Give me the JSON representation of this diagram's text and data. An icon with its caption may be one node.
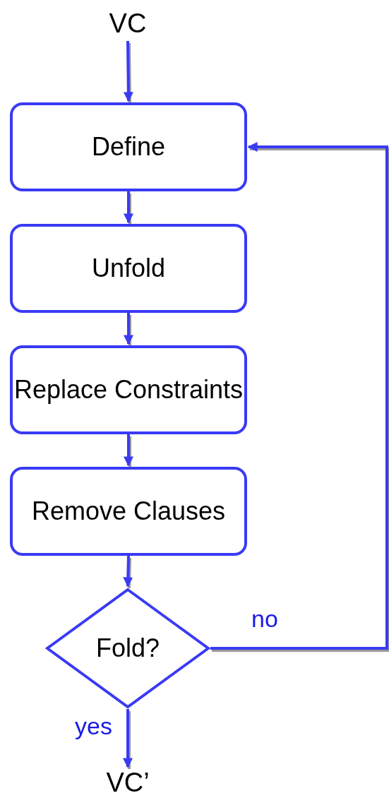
{
  "diagram": {
    "nodes": [
      {
        "text": [
          "VC"
        ]
      },
      {
        "text": [
          "Define"
        ]
      },
      {
        "text": [
          "Unfold"
        ]
      },
      {
        "text": [
          "Replace Constraints"
        ]
      },
      {
        "text": [
          "Remove Clauses"
        ]
      },
      {
        "text": [
          "Fold?"
        ]
      },
      {
        "text": [
          "VC’"
        ]
      }
    ],
    "edges": [
      {
        "from": 0,
        "to": 1,
        "arrow": "to"
      },
      {
        "from": 1,
        "to": 2,
        "arrow": "to"
      },
      {
        "from": 2,
        "to": 3,
        "arrow": "to"
      },
      {
        "from": 3,
        "to": 4,
        "arrow": "to"
      },
      {
        "from": 4,
        "to": 5,
        "arrow": "to"
      },
      {
        "from": 5,
        "to": 1,
        "arrow": "to",
        "label": "no"
      },
      {
        "from": 5,
        "to": 6,
        "arrow": "to",
        "label": "yes"
      }
    ]
  }
}
